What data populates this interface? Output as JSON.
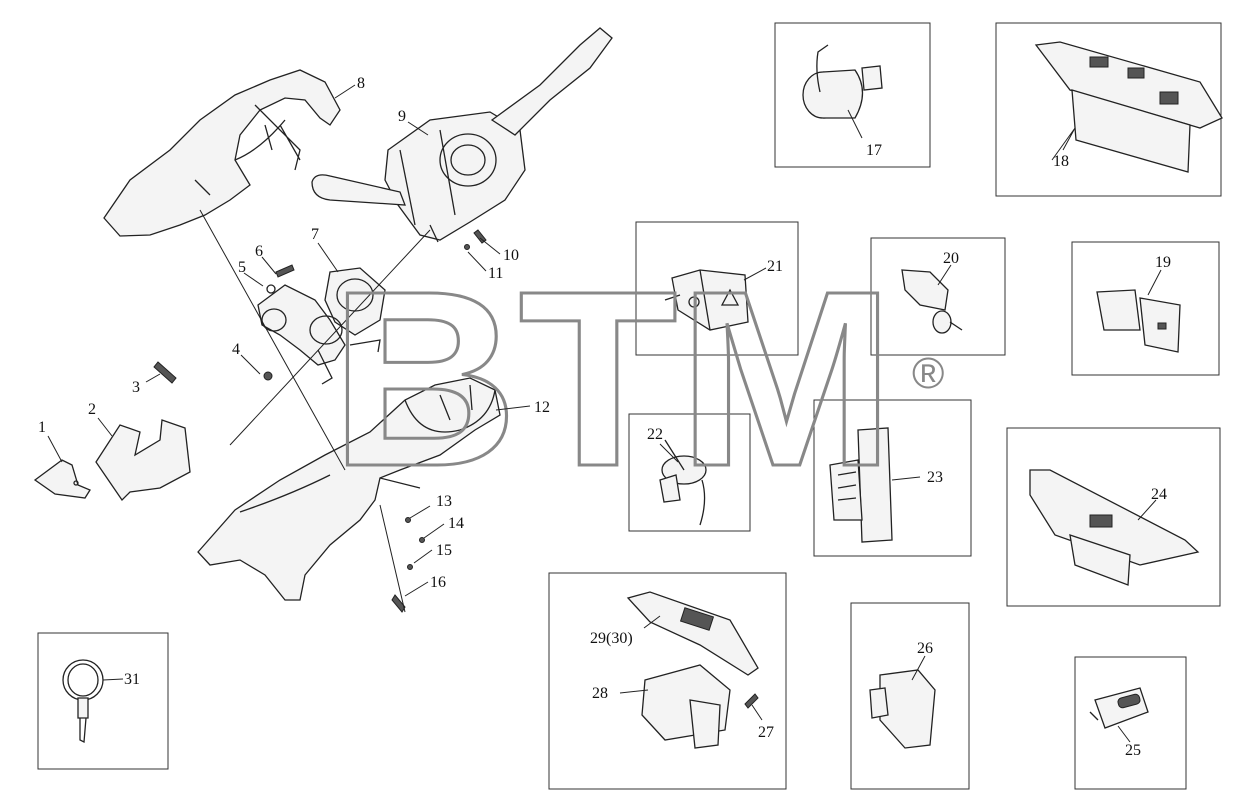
{
  "watermark": {
    "text": "BTM",
    "mark": "®",
    "color": "#888888"
  },
  "labels": {
    "l1": "1",
    "l2": "2",
    "l3": "3",
    "l4": "4",
    "l5": "5",
    "l6": "6",
    "l7": "7",
    "l8": "8",
    "l9": "9",
    "l10": "10",
    "l11": "11",
    "l12": "12",
    "l13": "13",
    "l14": "14",
    "l15": "15",
    "l16": "16",
    "l17": "17",
    "l18": "18",
    "l19": "19",
    "l20": "20",
    "l21": "21",
    "l22": "22",
    "l23": "23",
    "l24": "24",
    "l25": "25",
    "l26": "26",
    "l27": "27",
    "l28": "28",
    "l29": "29(30)",
    "l31": "31"
  }
}
